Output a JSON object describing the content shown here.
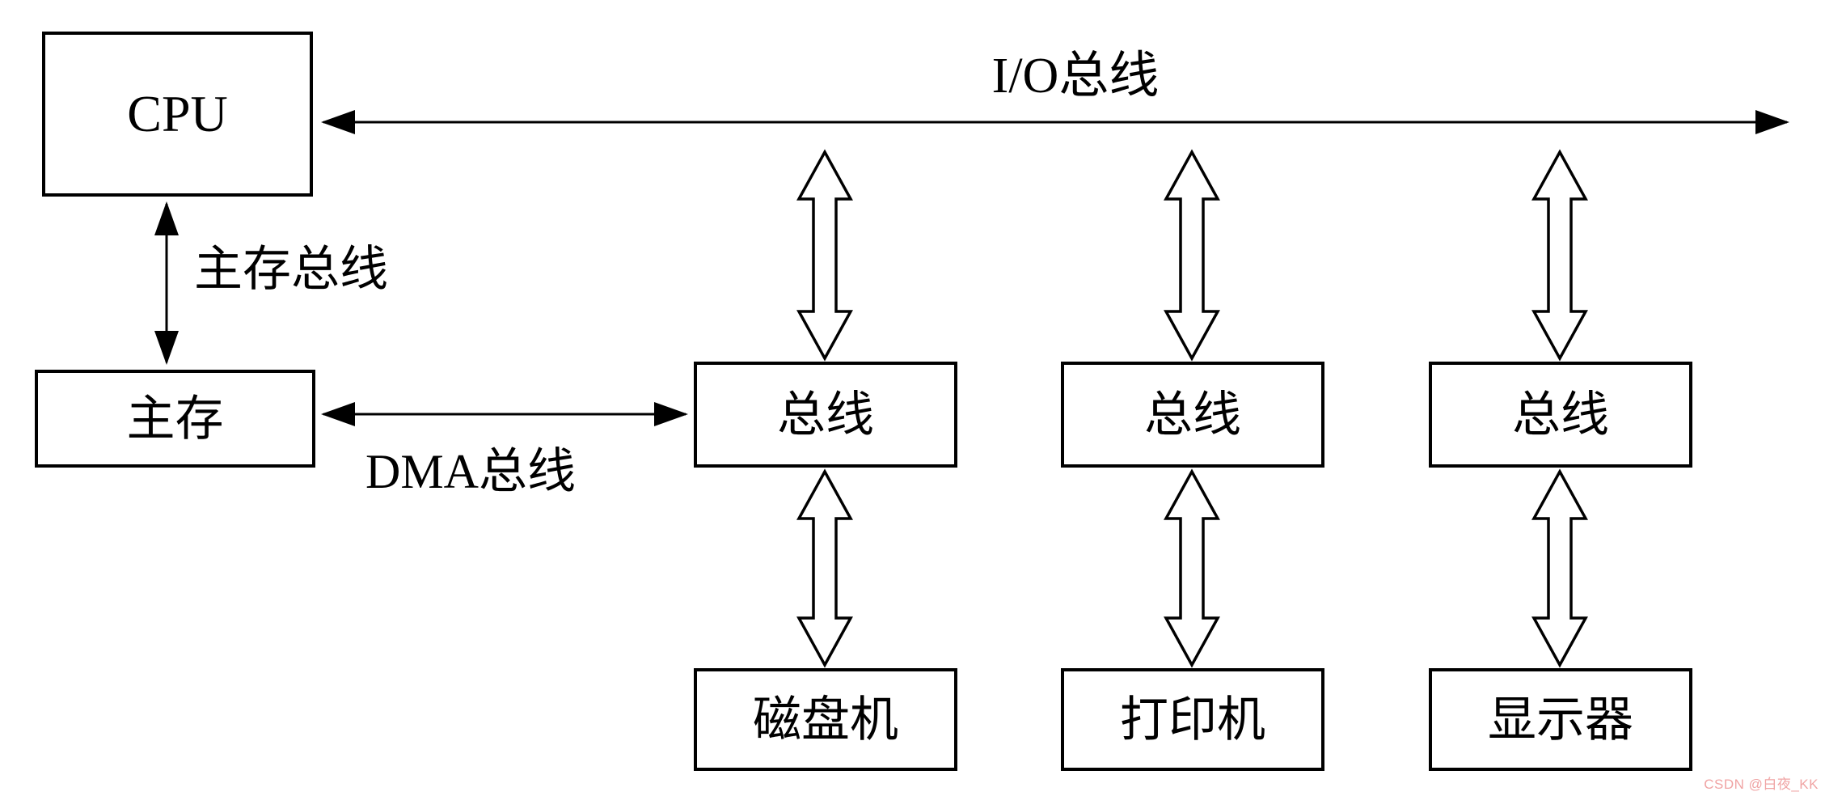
{
  "diagram": {
    "title_context": "DMA / I/O bus architecture diagram",
    "nodes": {
      "cpu": {
        "label": "CPU"
      },
      "main_memory": {
        "label": "主存"
      },
      "bus1": {
        "label": "总线"
      },
      "bus2": {
        "label": "总线"
      },
      "bus3": {
        "label": "总线"
      },
      "disk": {
        "label": "磁盘机"
      },
      "printer": {
        "label": "打印机"
      },
      "display": {
        "label": "显示器"
      }
    },
    "labels": {
      "io_bus": "I/O总线",
      "memory_bus": "主存总线",
      "dma_bus": "DMA总线"
    },
    "connections": [
      {
        "from": "cpu",
        "to": "io_bus_line",
        "type": "double-headed-line",
        "label": "I/O总线"
      },
      {
        "from": "cpu",
        "to": "main_memory",
        "type": "double-headed-line",
        "label": "主存总线"
      },
      {
        "from": "main_memory",
        "to": "bus1",
        "type": "double-headed-line",
        "label": "DMA总线"
      },
      {
        "from": "io_bus_line",
        "to": "bus1",
        "type": "hollow-double-arrow"
      },
      {
        "from": "io_bus_line",
        "to": "bus2",
        "type": "hollow-double-arrow"
      },
      {
        "from": "io_bus_line",
        "to": "bus3",
        "type": "hollow-double-arrow"
      },
      {
        "from": "bus1",
        "to": "disk",
        "type": "hollow-double-arrow"
      },
      {
        "from": "bus2",
        "to": "printer",
        "type": "hollow-double-arrow"
      },
      {
        "from": "bus3",
        "to": "display",
        "type": "hollow-double-arrow"
      }
    ],
    "watermark": "CSDN @白夜_KK",
    "colors": {
      "line": "#000000",
      "background": "#ffffff",
      "watermark": "#f0a4a4"
    }
  }
}
